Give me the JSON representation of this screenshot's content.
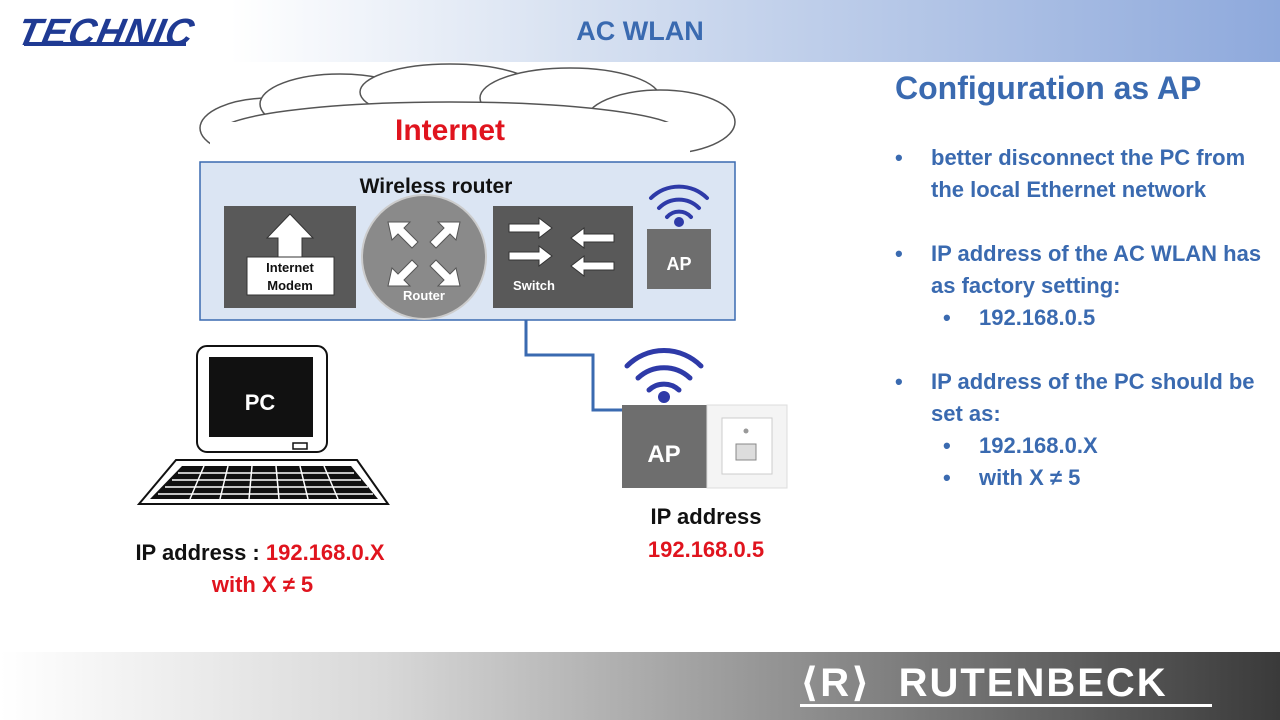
{
  "header": {
    "logo_text": "TECHNIC",
    "title": "AC WLAN"
  },
  "diagram": {
    "cloud_label": "Internet",
    "router_box_title": "Wireless router",
    "modem_label_line1": "Internet",
    "modem_label_line2": "Modem",
    "router_label": "Router",
    "switch_label": "Switch",
    "ap_inner_label": "AP",
    "pc_screen_label": "PC",
    "pc_ip_prefix": "IP address : ",
    "pc_ip_value": "192.168.0.X",
    "pc_ip_condition": "with X ≠ 5",
    "ap_label": "AP",
    "ap_ip_label": "IP address",
    "ap_ip_value": "192.168.0.5"
  },
  "sidebar": {
    "heading": "Configuration as AP",
    "bullets": [
      {
        "text": "better disconnect the PC from the local Ethernet network",
        "sub": []
      },
      {
        "text": "IP address of the AC WLAN has as factory setting:",
        "sub": [
          "192.168.0.5"
        ]
      },
      {
        "text": "IP address of the PC should be set as:",
        "sub": [
          "192.168.0.X",
          "with X ≠ 5"
        ]
      }
    ]
  },
  "footer": {
    "brand_mark": "R",
    "brand": "RUTENBECK"
  },
  "colors": {
    "accent_blue": "#3a6ab0",
    "red": "#e0141e",
    "wifi": "#2e3aa8",
    "box_fill": "#dbe5f3",
    "dark_gray": "#595959"
  }
}
